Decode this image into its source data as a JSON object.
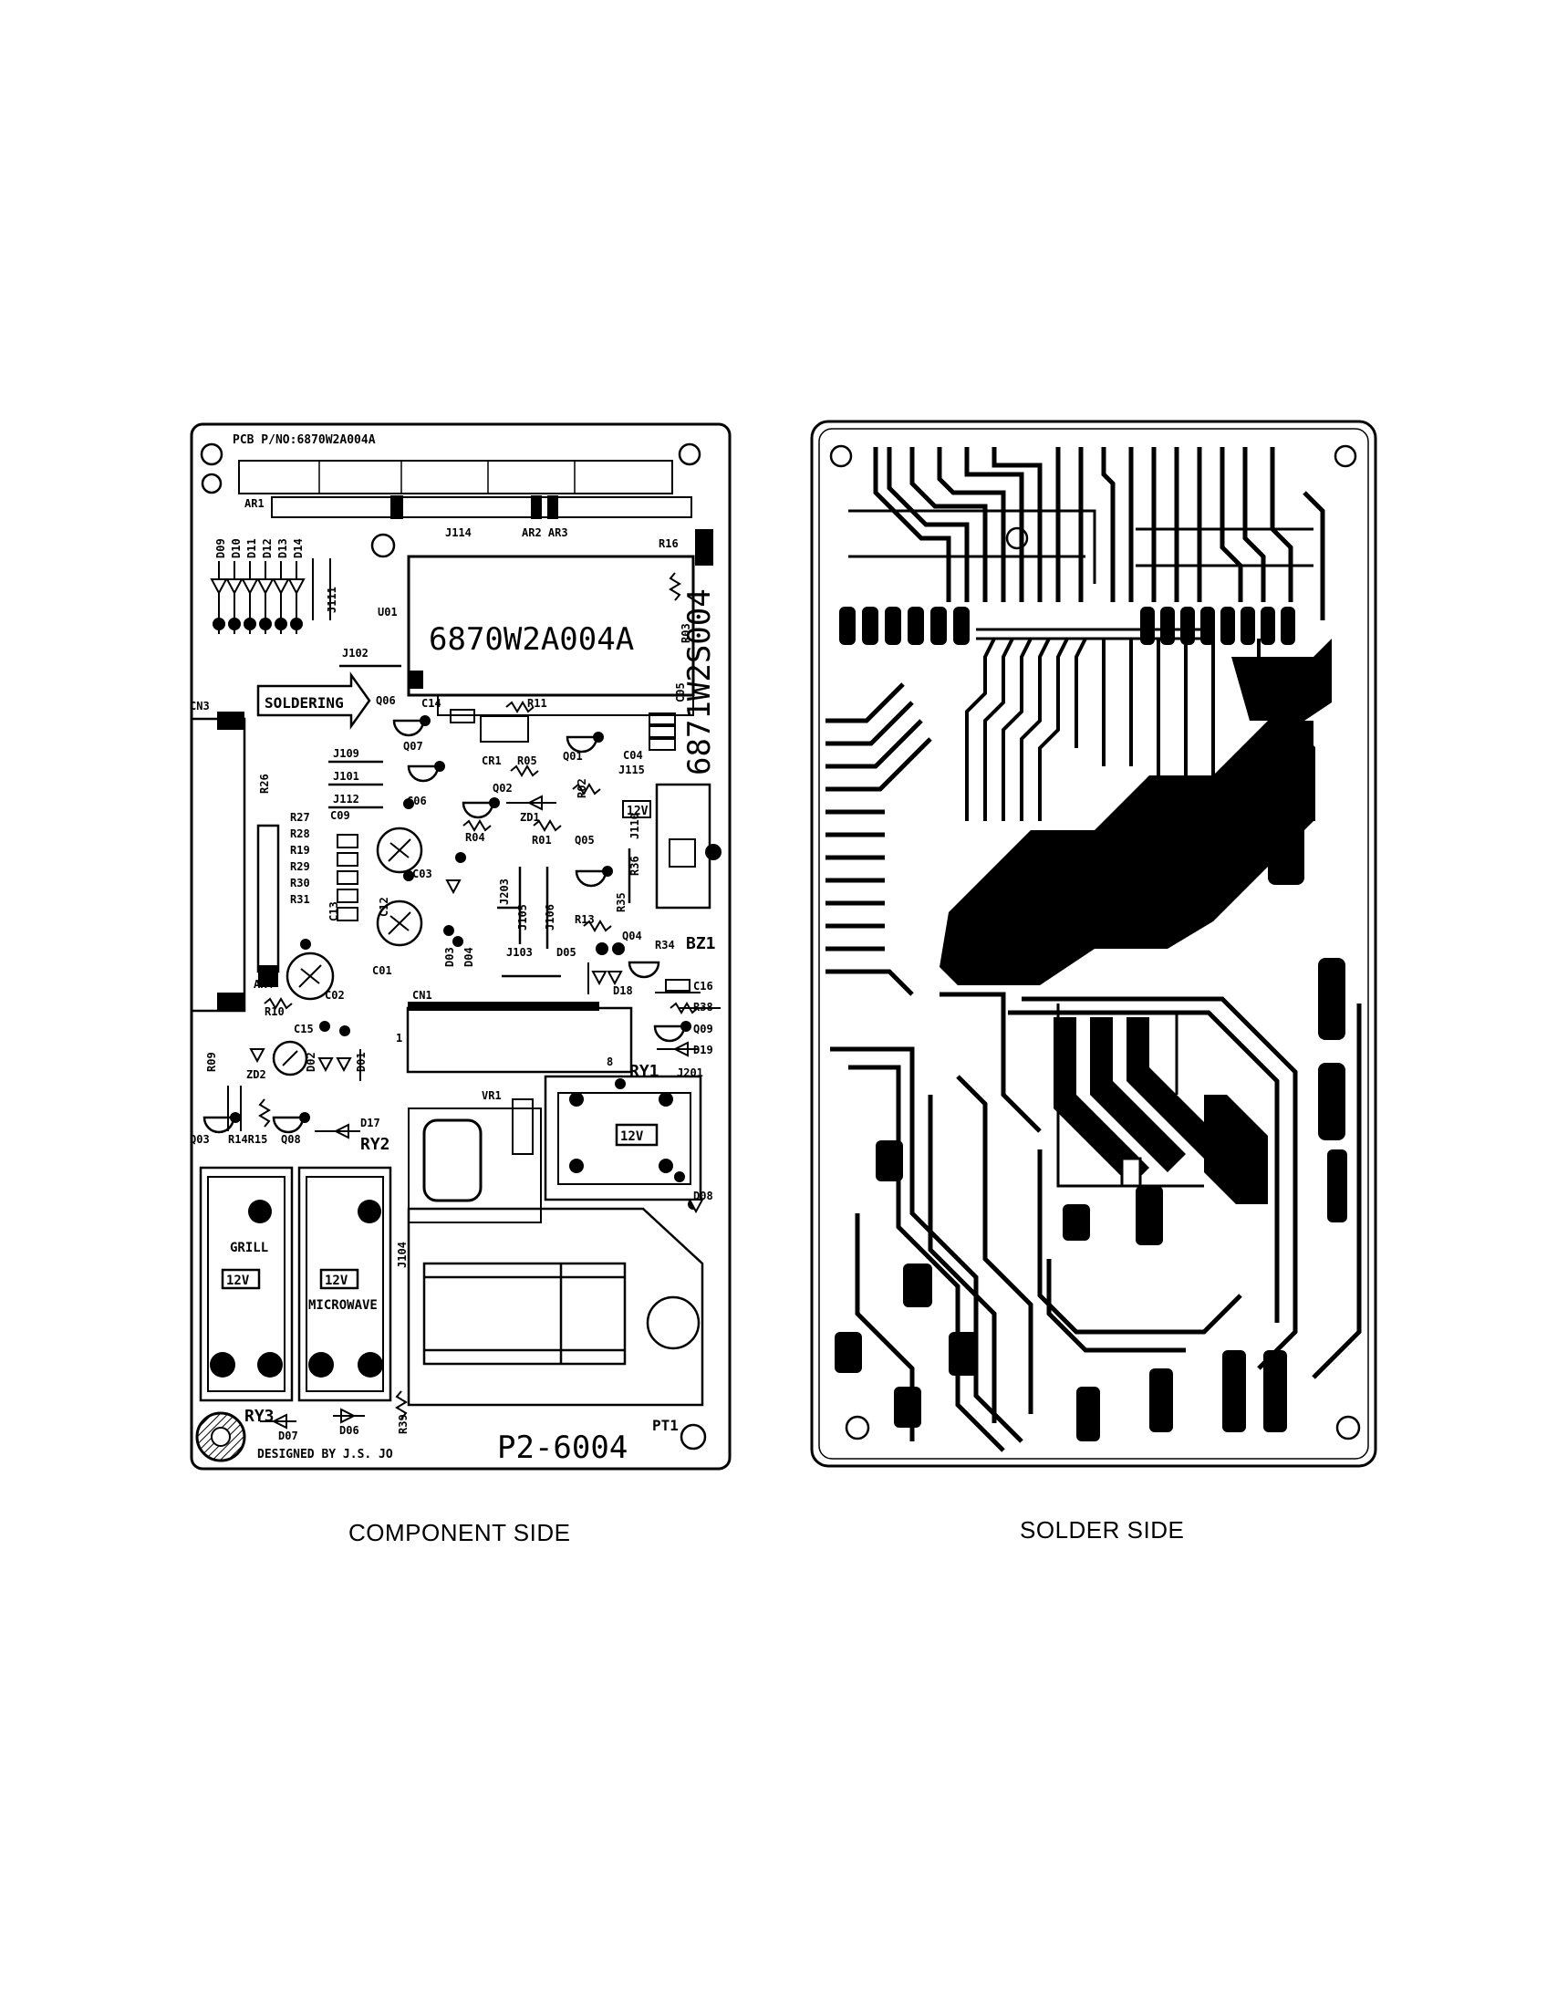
{
  "component_side": {
    "pcb_part_no": "PCB P/NO:6870W2A004A",
    "ic_label": "6870W2A004A",
    "side_code": "6871W2S004",
    "board_code": "P2-6004",
    "designer": "DESIGNED BY J.S. JO",
    "soldering_arrow": "SOLDERING",
    "relay_voltage": "12V",
    "grill_label": "GRILL",
    "microwave_label": "MICROWAVE",
    "ref_labels": {
      "ar1": "AR1",
      "ar2_ar3": "AR2 AR3",
      "ar4": "AR4",
      "cn1": "CN1",
      "cn3": "CN3",
      "u01": "U01",
      "bz1": "BZ1",
      "ry1": "RY1",
      "ry2": "RY2",
      "ry3": "RY3",
      "pt1": "PT1",
      "vr1": "VR1",
      "cr1": "CR1",
      "j114": "J114",
      "j102": "J102",
      "j109": "J109",
      "j101": "J101",
      "j112": "J112",
      "j203": "J203",
      "j105": "J105",
      "j106": "J106",
      "j103": "J103",
      "j110": "J110",
      "j115": "J115",
      "j201": "J201",
      "j104": "J104",
      "j111": "J111",
      "q06": "Q06",
      "q07": "Q07",
      "q01": "Q01",
      "q02": "Q02",
      "q05": "Q05",
      "q04": "Q04",
      "q09": "Q09",
      "q03": "Q03",
      "q08": "Q08",
      "c14": "C14",
      "c06": "C06",
      "c03": "C03",
      "c09": "C09",
      "c01": "C01",
      "c02": "C02",
      "c15": "C15",
      "c16": "C16",
      "c05": "C05",
      "c04": "C04",
      "c12": "C12",
      "c13": "C13",
      "r16": "R16",
      "r05": "R05",
      "r04": "R04",
      "r01": "R01",
      "r13": "R13",
      "r34": "R34",
      "r38": "R38",
      "r39": "R39",
      "r10": "R10",
      "r26": "R26",
      "r27": "R27",
      "r28": "R28",
      "r19": "R19",
      "r29": "R29",
      "r30": "R30",
      "r31": "R31",
      "r11": "R11",
      "r03": "R03",
      "r02": "R02",
      "r36": "R36",
      "r35": "R35",
      "r14r15": "R14R15",
      "r09": "R09",
      "zd1": "ZD1",
      "zd2": "ZD2",
      "d03": "D03",
      "d04": "D04",
      "d05": "D05",
      "d18": "D18",
      "d19": "D19",
      "d17": "D17",
      "d08": "D08",
      "d06": "D06",
      "d07": "D07",
      "d01": "D01",
      "d02": "D02",
      "d09": "D09",
      "d10": "D10",
      "d11": "D11",
      "d12": "D12",
      "d13": "D13",
      "d14": "D14",
      "pin_1": "1",
      "pin_8": "8"
    }
  },
  "captions": {
    "component_side": "COMPONENT SIDE",
    "solder_side": "SOLDER SIDE"
  }
}
